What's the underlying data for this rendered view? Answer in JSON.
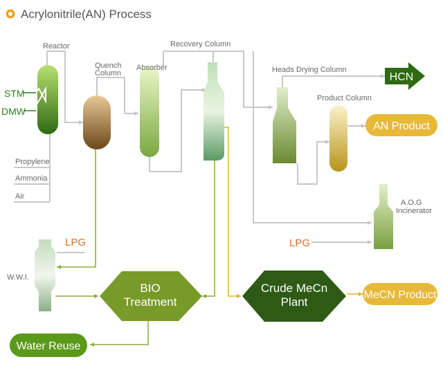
{
  "title": "Acrylonitrile(AN) Process",
  "colors": {
    "accent_orange": "#f0a020",
    "dark_green": "#2f6a12",
    "olive_green": "#7a9a2a",
    "gold": "#e0b840",
    "line_gray": "#c8c8c8"
  },
  "labels": {
    "reactor": "Reactor",
    "quench_column_1": "Quench",
    "quench_column_2": "Column",
    "absorber": "Absorber",
    "recovery_column": "Recovery Column",
    "heads_drying_column": "Heads Drying Column",
    "product_column": "Product Column",
    "aog_1": "A.O.G",
    "aog_2": "Incinerator",
    "wwi": "W.W.I.",
    "stm": "STM",
    "dmw": "DMW",
    "propylene": "Propylene",
    "ammonia": "Ammonia",
    "air": "Air",
    "lpg_1": "LPG",
    "lpg_2": "LPG"
  },
  "outputs": {
    "hcn": "HCN",
    "an_product": "AN Product",
    "mecn_product": "MeCN Product",
    "water_reuse": "Water Reuse"
  },
  "units": {
    "bio_1": "BIO",
    "bio_2": "Treatment",
    "crude_1": "Crude MeCn",
    "crude_2": "Plant"
  }
}
